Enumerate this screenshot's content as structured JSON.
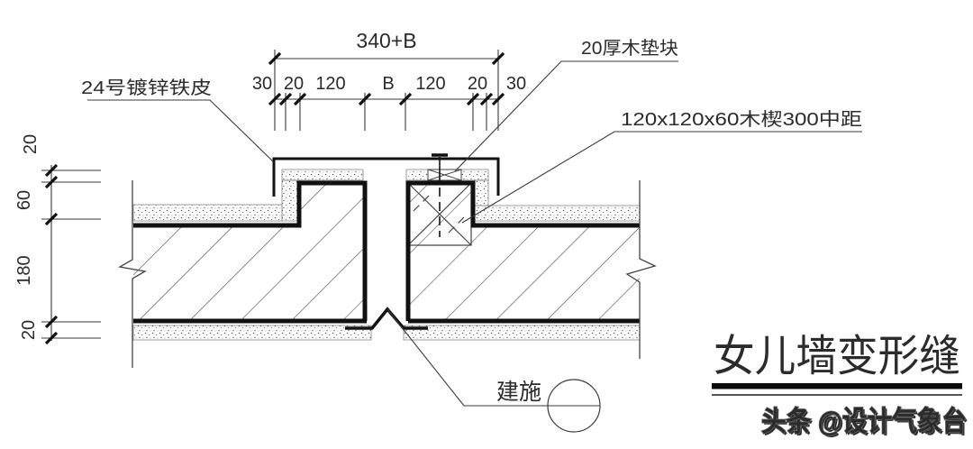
{
  "drawing": {
    "type": "architectural-detail",
    "title": "女儿墙变形缝",
    "watermark": "头条 @设计气象台",
    "detail_reference": "建施",
    "callouts": {
      "galvanized_sheet": "24号镀锌铁皮",
      "wood_block": "20厚木垫块",
      "wood_wedge": "120x120x60木楔300中距"
    },
    "dimensions": {
      "top_total": "340+B",
      "top_segments": [
        "30",
        "20",
        "120",
        "B",
        "120",
        "20",
        "30"
      ],
      "left_segments": [
        "20",
        "60",
        "180",
        "20"
      ]
    },
    "colors": {
      "line": "#111111",
      "thin_line": "#3a3a3a",
      "text": "#2b2b2b",
      "background": "#ffffff"
    }
  }
}
